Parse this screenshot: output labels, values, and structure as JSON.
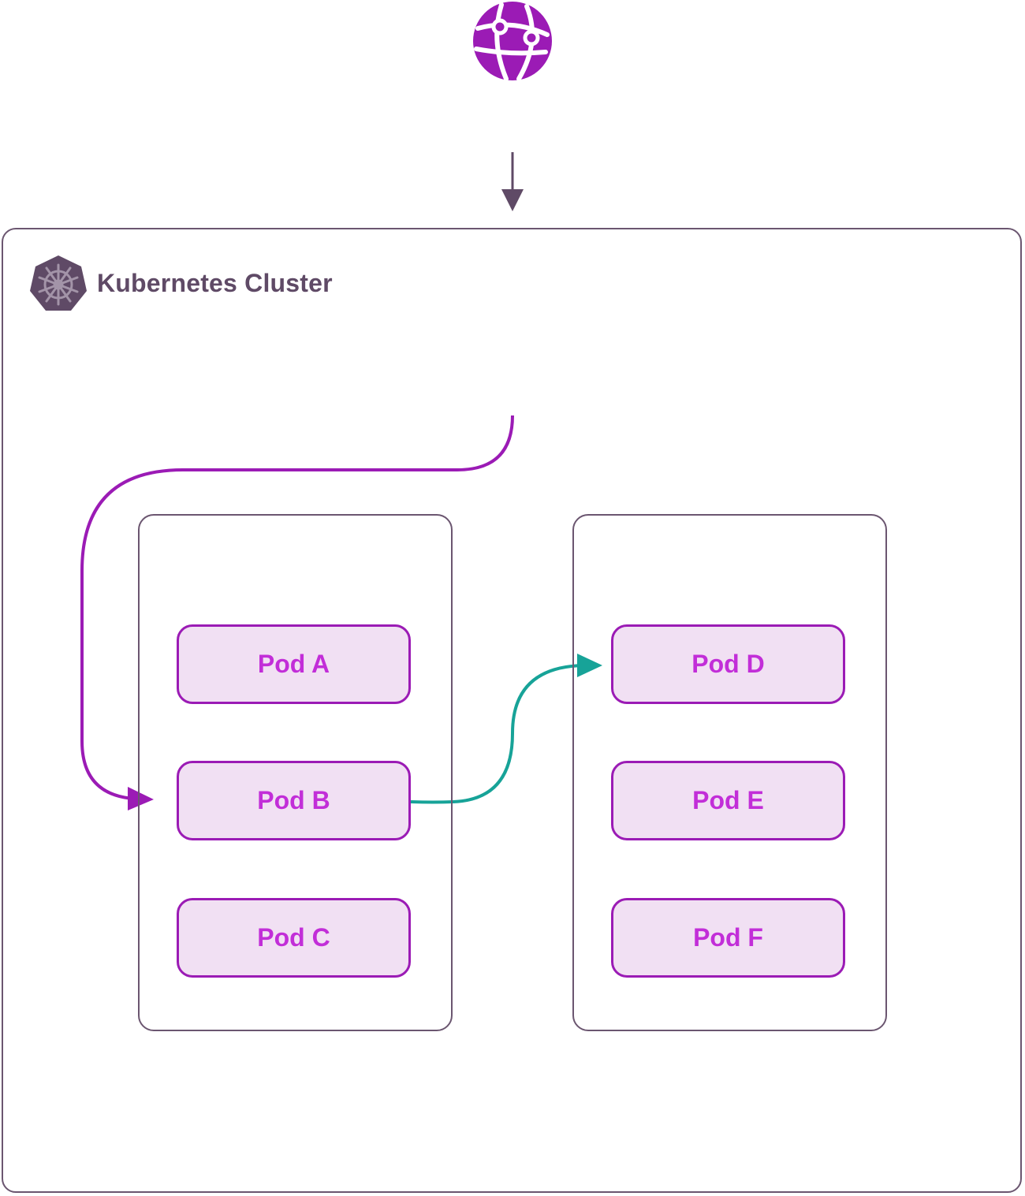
{
  "cluster": {
    "title": "Kubernetes Cluster"
  },
  "pods": [
    {
      "label": "Pod A"
    },
    {
      "label": "Pod B"
    },
    {
      "label": "Pod C"
    },
    {
      "label": "Pod D"
    },
    {
      "label": "Pod E"
    },
    {
      "label": "Pod F"
    }
  ],
  "icons": {
    "internet": "globe-icon",
    "cluster": "kubernetes-helm-icon"
  },
  "colors": {
    "pod_fill": "#f1e0f3",
    "pod_border": "#9b1bb5",
    "pod_text": "#c22ed8",
    "ingress_arrow": "#9b1bb5",
    "pod_to_pod_arrow": "#17a398",
    "outline": "#6b5670",
    "globe": "#9b1bb5"
  }
}
